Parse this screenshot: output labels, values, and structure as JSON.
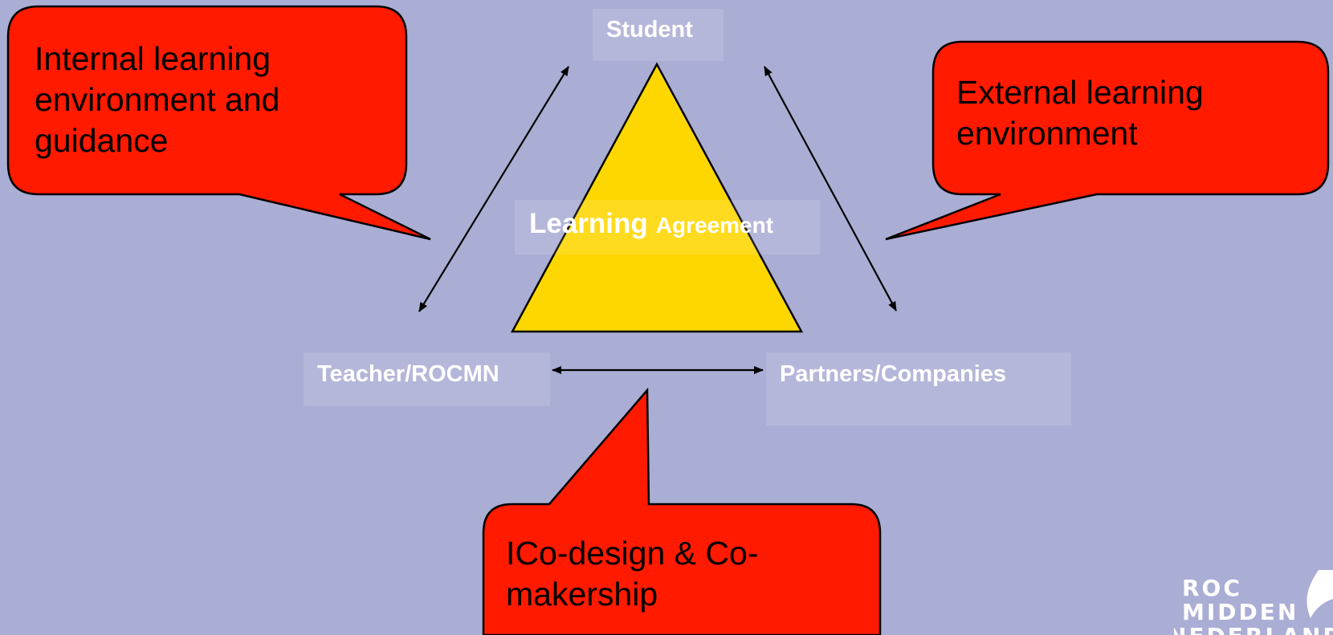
{
  "nodes": {
    "student": "Student",
    "teacher": "Teacher/ROCMN",
    "partners": "Partners/Companies"
  },
  "center": {
    "big": "Learning",
    "small": "Agreement"
  },
  "callouts": {
    "internal": [
      "Internal learning",
      "environment and",
      "guidance"
    ],
    "external": [
      "External learning",
      "environment"
    ],
    "codesign": [
      "ICo-design & Co-",
      "makership"
    ]
  },
  "logo": {
    "line1": "ROC",
    "line2": "MIDDEN",
    "line3": "NEDERLAND"
  },
  "colors": {
    "background": "#aaaed4",
    "triangle": "#ffd700",
    "callout": "#ff1a00",
    "label_text": "#ffffff"
  }
}
